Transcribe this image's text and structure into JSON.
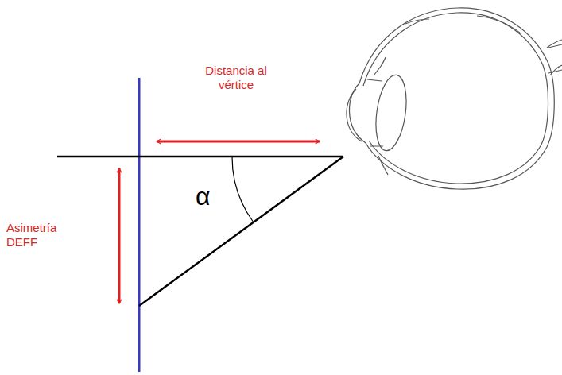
{
  "diagram": {
    "labels": [
      "Distancia al vértice",
      "Asimetría DEFF",
      "α"
    ]
  }
}
